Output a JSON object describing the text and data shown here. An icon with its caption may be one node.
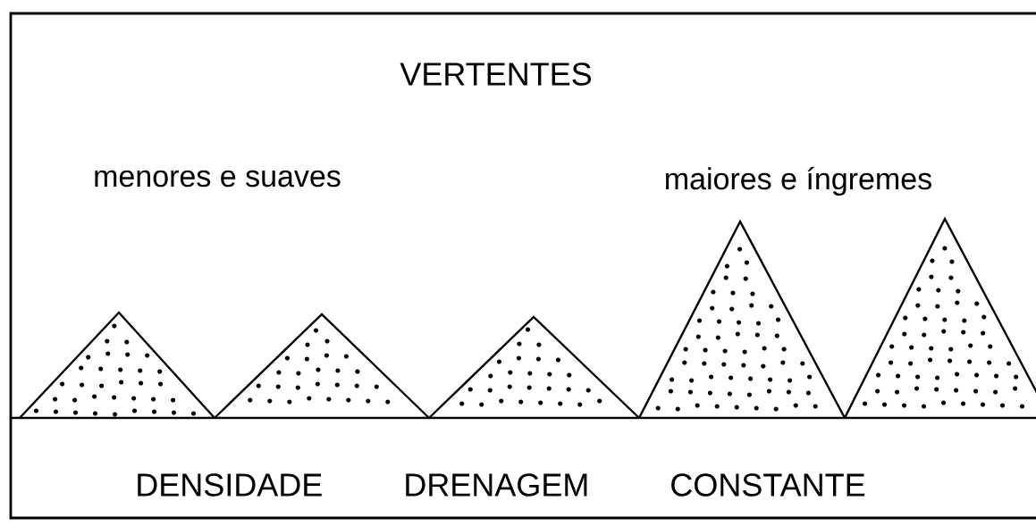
{
  "diagram": {
    "title": "VERTENTES",
    "labels": [
      "menores e suaves",
      "maiores e íngremes",
      "DENSIDADE DRENAGEM CONSTANTE"
    ]
  }
}
